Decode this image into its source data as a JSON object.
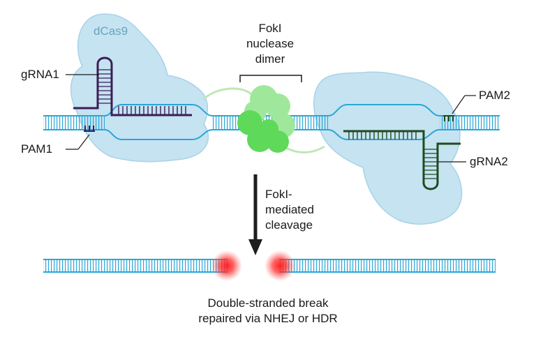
{
  "labels": {
    "dcas9": "dCas9",
    "gRNA1": "gRNA1",
    "gRNA2": "gRNA2",
    "PAM1": "PAM1",
    "PAM2": "PAM2",
    "fokI_line1": "FokI",
    "fokI_line2": "nuclease",
    "fokI_line3": "dimer",
    "cleave_line1": "FokI-",
    "cleave_line2": "mediated",
    "cleave_line3": "cleavage",
    "break_line1": "Double-stranded break",
    "break_line2": "repaired via NHEJ or HDR"
  },
  "colors": {
    "dna": "#2aa6d6",
    "cas_fill": "#c5e3f1",
    "cas_stroke": "#8cc3de",
    "grna1": "#3a1d57",
    "grna2": "#214a1e",
    "fok_dark": "#5fd95a",
    "fok_light": "#9fe89b",
    "linker": "#bfe7b5",
    "arrow": "#1e1e1e",
    "glow": "#ff2a2a"
  }
}
